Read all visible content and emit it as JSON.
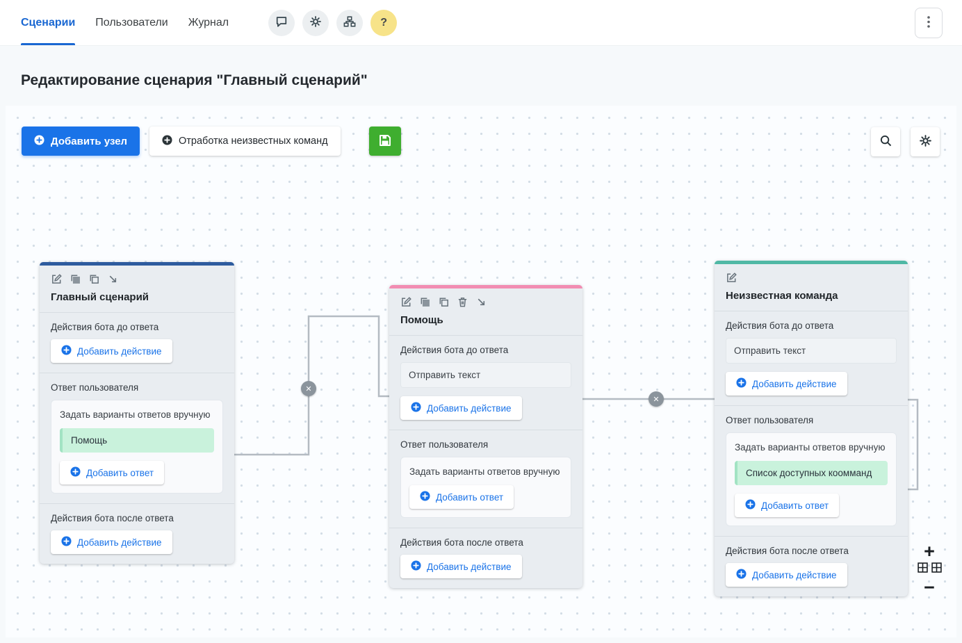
{
  "colors": {
    "primary_blue": "#1a73e8",
    "tab_active_blue": "#1967d2",
    "save_green": "#3fae2f",
    "chip_green": "#c9f2dc"
  },
  "topnav": {
    "tabs": [
      {
        "label": "Сценарии",
        "active": true
      },
      {
        "label": "Пользователи",
        "active": false
      },
      {
        "label": "Журнал",
        "active": false
      }
    ],
    "help_label": "?"
  },
  "page_title": "Редактирование сценария \"Главный сценарий\"",
  "toolbar": {
    "add_node_label": "Добавить узел",
    "unknown_commands_label": "Отработка неизвестных команд"
  },
  "labels": {
    "actions_before": "Действия бота до ответа",
    "user_answer": "Ответ пользователя",
    "actions_after": "Действия бота после ответа",
    "add_action": "Добавить действие",
    "add_answer": "Добавить ответ",
    "manual_answers": "Задать варианты ответов вручную",
    "send_text": "Отправить текст"
  },
  "nodes": [
    {
      "title": "Главный сценарий",
      "accent": "#2d5b9e",
      "answers": [
        "Помощь"
      ]
    },
    {
      "title": "Помощь",
      "accent": "#f28db2",
      "actions": [
        "Отправить текст"
      ]
    },
    {
      "title": "Неизвестная команда",
      "accent": "#4fb8a5",
      "actions": [
        "Отправить текст"
      ],
      "answers": [
        "Список доступных коомманд"
      ]
    }
  ],
  "icons": {
    "delete_connection": "✕"
  },
  "zoom": {
    "plus_label": "+",
    "minus_label": "−"
  }
}
